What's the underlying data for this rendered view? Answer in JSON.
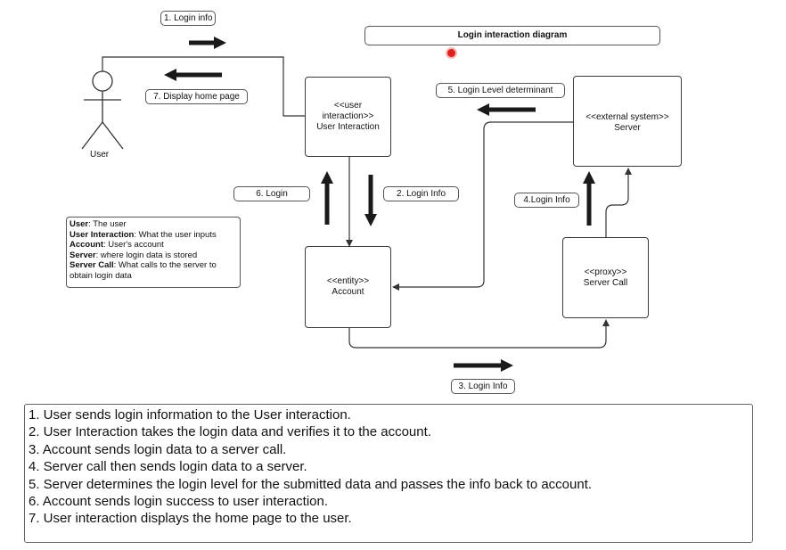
{
  "diagram": {
    "title": "Login interaction diagram",
    "actor": {
      "label": "User"
    },
    "nodes": {
      "user_interaction": {
        "stereotype": "<<user interaction>>",
        "name": "User Interaction"
      },
      "server": {
        "stereotype": "<<external system>>",
        "name": "Server"
      },
      "account": {
        "stereotype": "<<entity>>",
        "name": "Account"
      },
      "server_call": {
        "stereotype": "<<proxy>>",
        "name": "Server Call"
      }
    },
    "messages": {
      "m1": "1. Login info",
      "m2": "2. Login Info",
      "m3": "3. Login Info",
      "m4": "4.Login Info",
      "m5": "5. Login Level determinant",
      "m6": "6. Login",
      "m7": "7. Display home page"
    },
    "legend": [
      {
        "term": "User",
        "desc": ": The user"
      },
      {
        "term": "User Interaction",
        "desc": ": What the user inputs"
      },
      {
        "term": "Account",
        "desc": ": User's account"
      },
      {
        "term": "Server",
        "desc": ": where login data is stored"
      },
      {
        "term": "Server Call",
        "desc": ": What calls to the server to obtain login data"
      }
    ]
  },
  "steps": [
    "1. User sends login information to the User interaction.",
    "2. User Interaction takes the login data and verifies it to the account.",
    "3. Account sends login data to a server call.",
    "4. Server call then sends login data to a server.",
    "5. Server determines the login level for the submitted data and passes the info back to account.",
    "6. Account sends login success to user interaction.",
    "7. User interaction displays the home page to the user."
  ],
  "colors": {
    "line": "#3a3a3a",
    "arrow": "#1a1a1a",
    "cursor": "#e02020"
  }
}
